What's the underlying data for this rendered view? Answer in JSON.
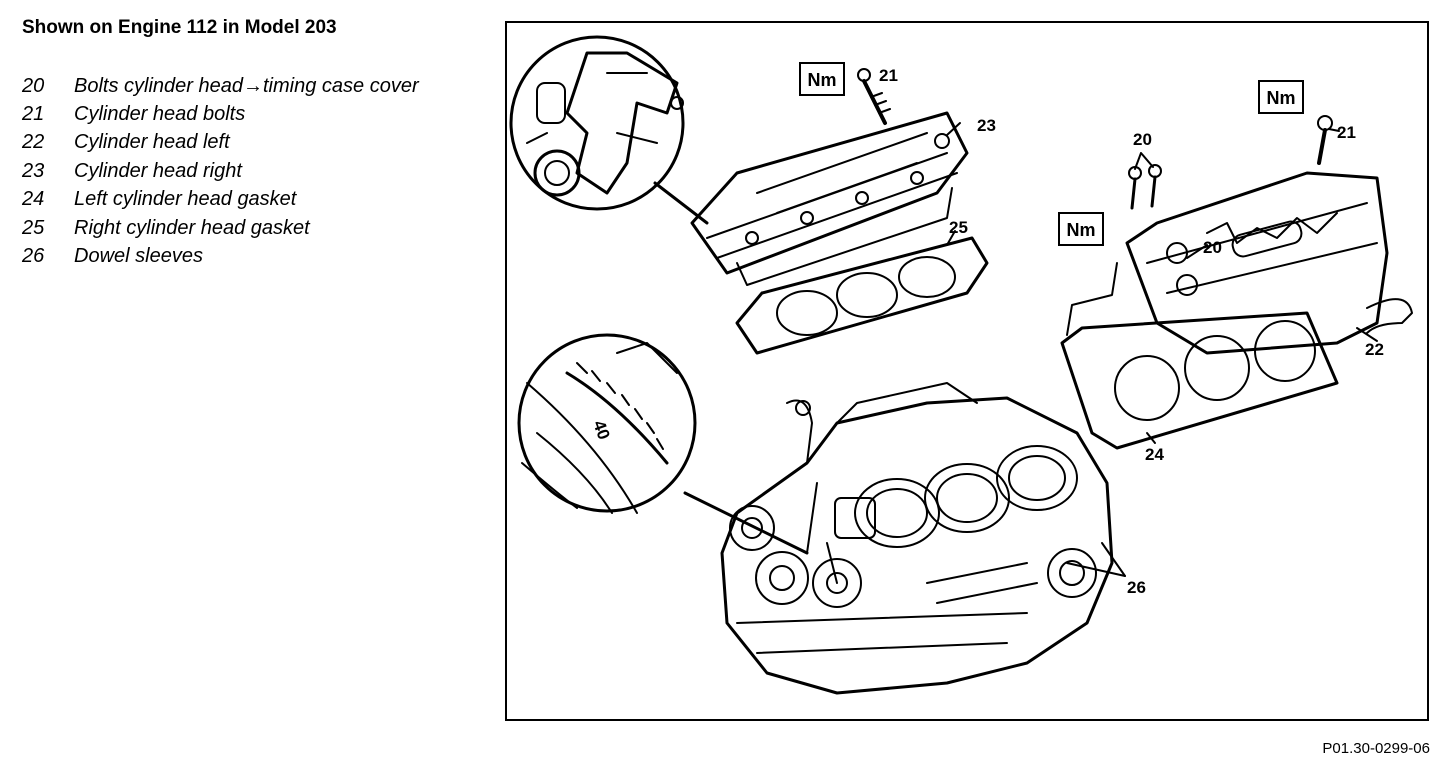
{
  "heading": "Shown on Engine 112 in Model 203",
  "legend": [
    {
      "num": "20",
      "text": "Bolts cylinder head→timing case cover"
    },
    {
      "num": "21",
      "text": "Cylinder head bolts"
    },
    {
      "num": "22",
      "text": "Cylinder head left"
    },
    {
      "num": "23",
      "text": "Cylinder head right"
    },
    {
      "num": "24",
      "text": "Left cylinder head gasket"
    },
    {
      "num": "25",
      "text": "Right cylinder head gasket"
    },
    {
      "num": "26",
      "text": "Dowel sleeves"
    }
  ],
  "diagram": {
    "labels": {
      "l21a": "21",
      "l23": "23",
      "l25": "25",
      "l20a": "20",
      "l21b": "21",
      "l20b": "20",
      "l22": "22",
      "l24": "24",
      "l26": "26",
      "l40": "40"
    },
    "nm": [
      "Nm",
      "Nm",
      "Nm"
    ]
  },
  "figure_code": "P01.30-0299-06"
}
